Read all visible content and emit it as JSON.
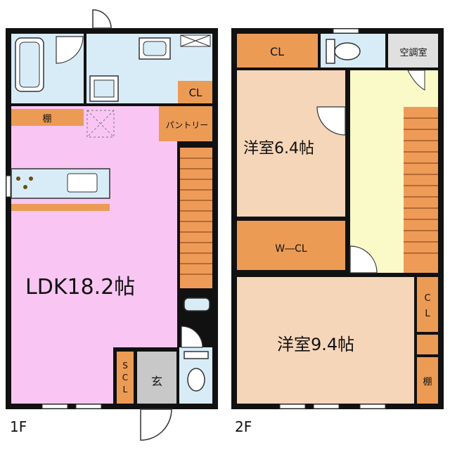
{
  "floor1": {
    "label": "1F",
    "ldk": "LDK18.2帖",
    "shelf": "棚",
    "pantry": "パントリー",
    "closet": "CL",
    "entrance": "玄",
    "shoe_closet": [
      "S",
      "C",
      "L"
    ]
  },
  "floor2": {
    "label": "2F",
    "closet_top": "CL",
    "aircon_room": "空調室",
    "room_small": "洋室6.4帖",
    "walkin_closet": "W―CL",
    "room_large": "洋室9.4帖",
    "closet_right": [
      "C",
      "L"
    ],
    "shelf": "棚"
  },
  "colors": {
    "ldk": "#f9c6f3",
    "wet_area": "#d8ecf8",
    "bedroom": "#f6d6b9",
    "storage": "#ec9b55",
    "hallway": "#fafac8",
    "entrance": "#c8c8c8",
    "aircon": "#e0e0e0",
    "stairs": "#ef9b58"
  }
}
